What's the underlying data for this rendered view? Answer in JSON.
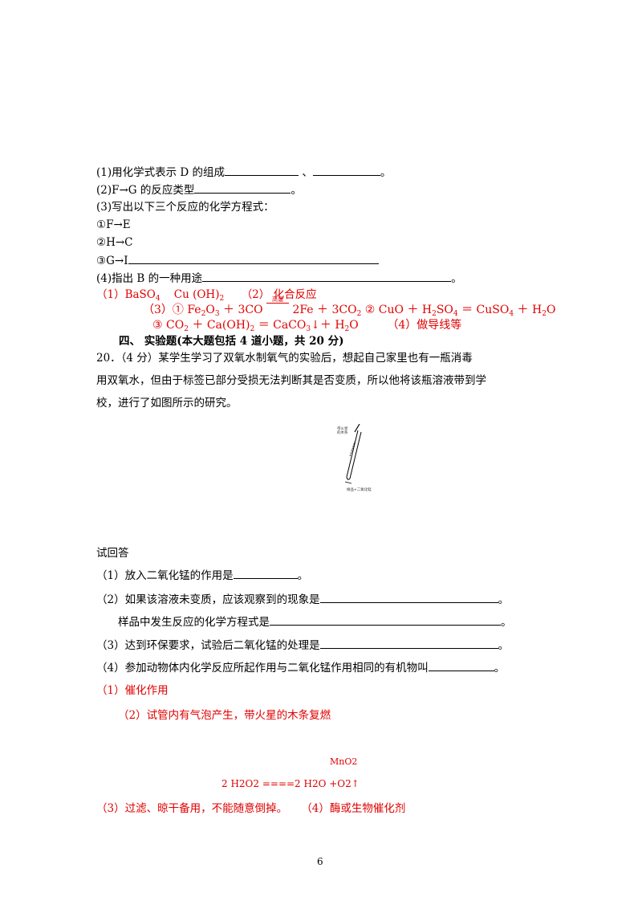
{
  "questions": {
    "q1_text": "(1)用化学式表示 D 的组成",
    "q1_sep": "、",
    "q1_end": "。",
    "q2_text": "(2)F→G 的反应类型",
    "q2_end": "。",
    "q3_text": "(3)写出以下三个反应的化学方程式：",
    "q3_a": "①F→E",
    "q3_b": "②H→C",
    "q3_c": "③G→I",
    "q4_text": "(4)指出 B 的一种用途",
    "q4_end": "。"
  },
  "answers1": {
    "a1_label": "（1）BaSO",
    "a1_sub1": "4",
    "a1_cu": "Cu (OH)",
    "a1_sub2": "2",
    "a2": "（2）  化合反应",
    "a3_label": "（3）① Fe",
    "a3_cond": "高温",
    "a3_eq2": "② CuO ＋ H",
    "a3_line2_a": "③ CO",
    "a3_line2_b": "＋ Ca(OH)",
    "a3_line2_c": "＝ CaCO",
    "a3_line2_d": "↓＋ H",
    "a4": "（4）做导线等"
  },
  "section": {
    "title": "四、  实验题(本大题包括 4 道小题，共 20 分)"
  },
  "q20": {
    "line1": "20．（4 分）某学生学习了双氧水制氧气的实验后，想起自己家里也有一瓶消毒",
    "line2": "用双氧水，但由于标签已部分受损无法判断其是否变质，所以他将该瓶溶液带到学",
    "line3": "校，进行了如图所示的研究。",
    "figure_label_top": "带火星的木条",
    "figure_label_bottom": "样品+二氧化锰",
    "prompt": "试回答",
    "s1": "（1）放入二氧化锰的作用是",
    "s1_end": "。",
    "s2": "（2）如果该溶液未变质，应该观察到的现象是",
    "s2_end": "。",
    "s2b": "样品中发生反应的化学方程式是",
    "s2b_end": "。",
    "s3": "（3）达到环保要求，试验后二氧化锰的处理是",
    "s3_end": "。",
    "s4": "（4）参加动物体内化学反应所起作用与二氧化锰作用相同的有机物叫",
    "s4_end": "。"
  },
  "answers2": {
    "a1": "（1）催化作用",
    "a2": "（2）试管内有气泡产生，带火星的木条复燃",
    "catalyst": "MnO2",
    "equation": "2 H2O2 ====2 H2O +O2↑",
    "a3": "（3）过滤、晾干备用，不能随意倒掉。",
    "a4": "（4）酶或生物催化剂"
  },
  "page_number": "6"
}
